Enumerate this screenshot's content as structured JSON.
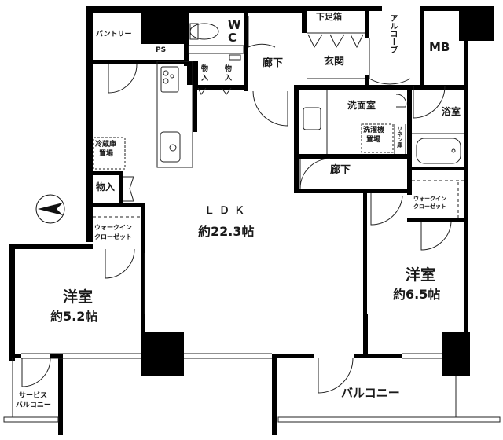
{
  "floorplan": {
    "rooms": {
      "ldk": {
        "name": "ＬＤＫ",
        "area": "約22.3帖"
      },
      "western_room_1": {
        "name": "洋室",
        "area": "約5.2帖"
      },
      "western_room_2": {
        "name": "洋室",
        "area": "約6.5帖"
      },
      "balcony": {
        "name": "バルコニー"
      },
      "service_balcony": {
        "name_line1": "サービス",
        "name_line2": "バルコニー"
      },
      "pantry": {
        "name": "パントリー"
      },
      "ps": {
        "name": "PS"
      },
      "wc": {
        "name_line1": "W",
        "name_line2": "C"
      },
      "hallway_upper": {
        "name": "廊下"
      },
      "hallway_lower": {
        "name": "廊下"
      },
      "shoe_cabinet": {
        "name": "下足箱"
      },
      "entrance": {
        "name": "玄関"
      },
      "alcove": {
        "name": "アルコーブ"
      },
      "mb": {
        "name": "MB"
      },
      "storage_1": {
        "name_line1": "物",
        "name_line2": "入"
      },
      "storage_2": {
        "name_line1": "物",
        "name_line2": "入"
      },
      "storage_3": {
        "name": "物入"
      },
      "washroom": {
        "name": "洗面室"
      },
      "bathroom": {
        "name": "浴室"
      },
      "washing_machine": {
        "name_line1": "洗濯機",
        "name_line2": "置場"
      },
      "linen": {
        "name": "リネン庫"
      },
      "fridge": {
        "name_line1": "冷蔵庫",
        "name_line2": "置場"
      },
      "wic_left": {
        "name_line1": "ウォークイン",
        "name_line2": "クローゼット"
      },
      "wic_right": {
        "name_line1": "ウォークイン",
        "name_line2": "クローゼット"
      }
    },
    "compass": {
      "icon": "north-arrow-icon",
      "direction": "west"
    }
  }
}
